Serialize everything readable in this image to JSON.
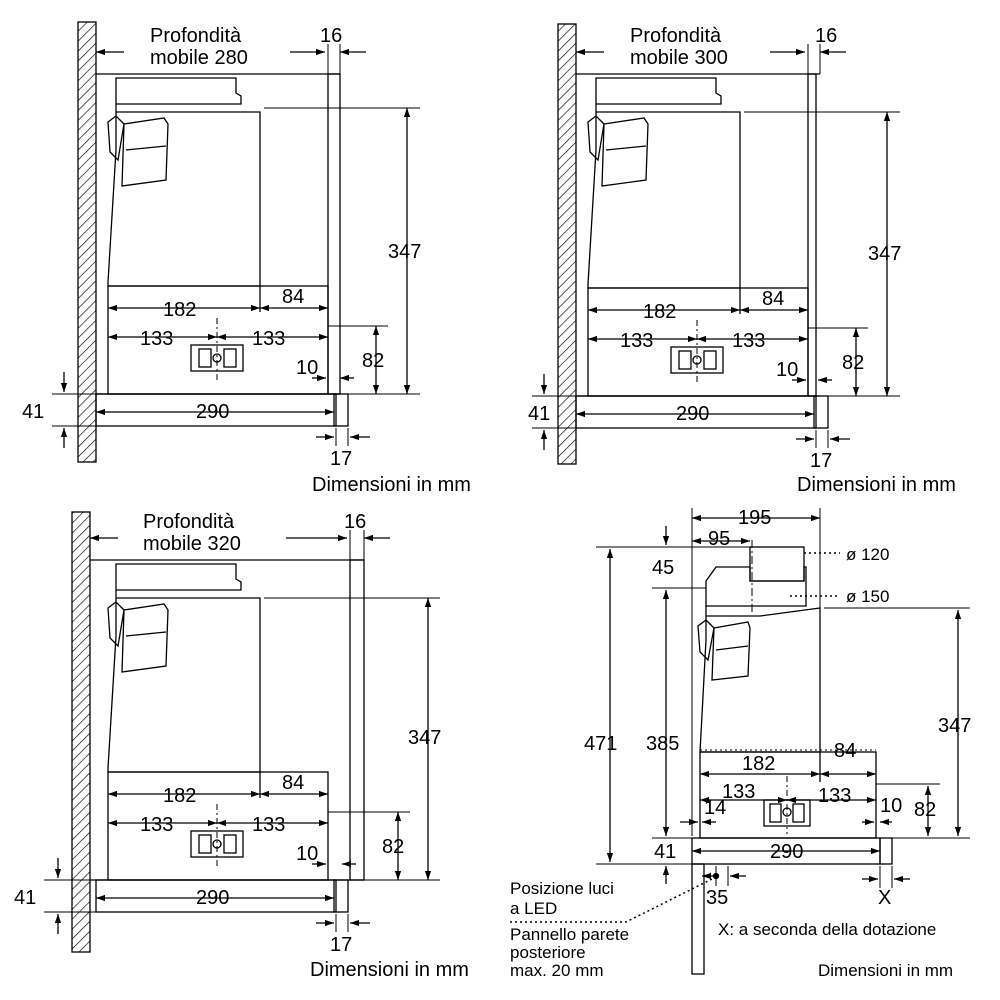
{
  "panels": [
    {
      "depth_label_line1": "Profondità",
      "depth_label_line2": "mobile 280",
      "dim_16": "16",
      "dim_347": "347",
      "dim_182": "182",
      "dim_84": "84",
      "dim_133_left": "133",
      "dim_133_right": "133",
      "dim_82": "82",
      "dim_10": "10",
      "dim_41": "41",
      "dim_290": "290",
      "dim_17": "17",
      "units_note": "Dimensioni in mm"
    },
    {
      "depth_label_line1": "Profondità",
      "depth_label_line2": "mobile 300",
      "dim_16": "16",
      "dim_347": "347",
      "dim_182": "182",
      "dim_84": "84",
      "dim_133_left": "133",
      "dim_133_right": "133",
      "dim_82": "82",
      "dim_10": "10",
      "dim_41": "41",
      "dim_290": "290",
      "dim_17": "17",
      "units_note": "Dimensioni in mm"
    },
    {
      "depth_label_line1": "Profondità",
      "depth_label_line2": "mobile 320",
      "dim_16": "16",
      "dim_347": "347",
      "dim_182": "182",
      "dim_84": "84",
      "dim_133_left": "133",
      "dim_133_right": "133",
      "dim_82": "82",
      "dim_10": "10",
      "dim_41": "41",
      "dim_290": "290",
      "dim_17": "17",
      "units_note": "Dimensioni in mm"
    }
  ],
  "detail": {
    "dim_195": "195",
    "dim_95": "95",
    "dim_45": "45",
    "dim_471": "471",
    "dim_385": "385",
    "dim_347": "347",
    "dim_182": "182",
    "dim_84": "84",
    "dim_133_left": "133",
    "dim_133_right": "133",
    "dim_14": "14",
    "dim_10": "10",
    "dim_82": "82",
    "dim_41": "41",
    "dim_290": "290",
    "dim_35": "35",
    "dim_x": "X",
    "dia_120": "ø 120",
    "dia_150": "ø 150",
    "led_line1": "Posizione luci",
    "led_line2": "a LED",
    "panel_line1": "Pannello parete",
    "panel_line2": "posteriore",
    "panel_line3": "max. 20 mm",
    "x_note": "X: a seconda della dotazione",
    "units_note": "Dimensioni in mm"
  }
}
